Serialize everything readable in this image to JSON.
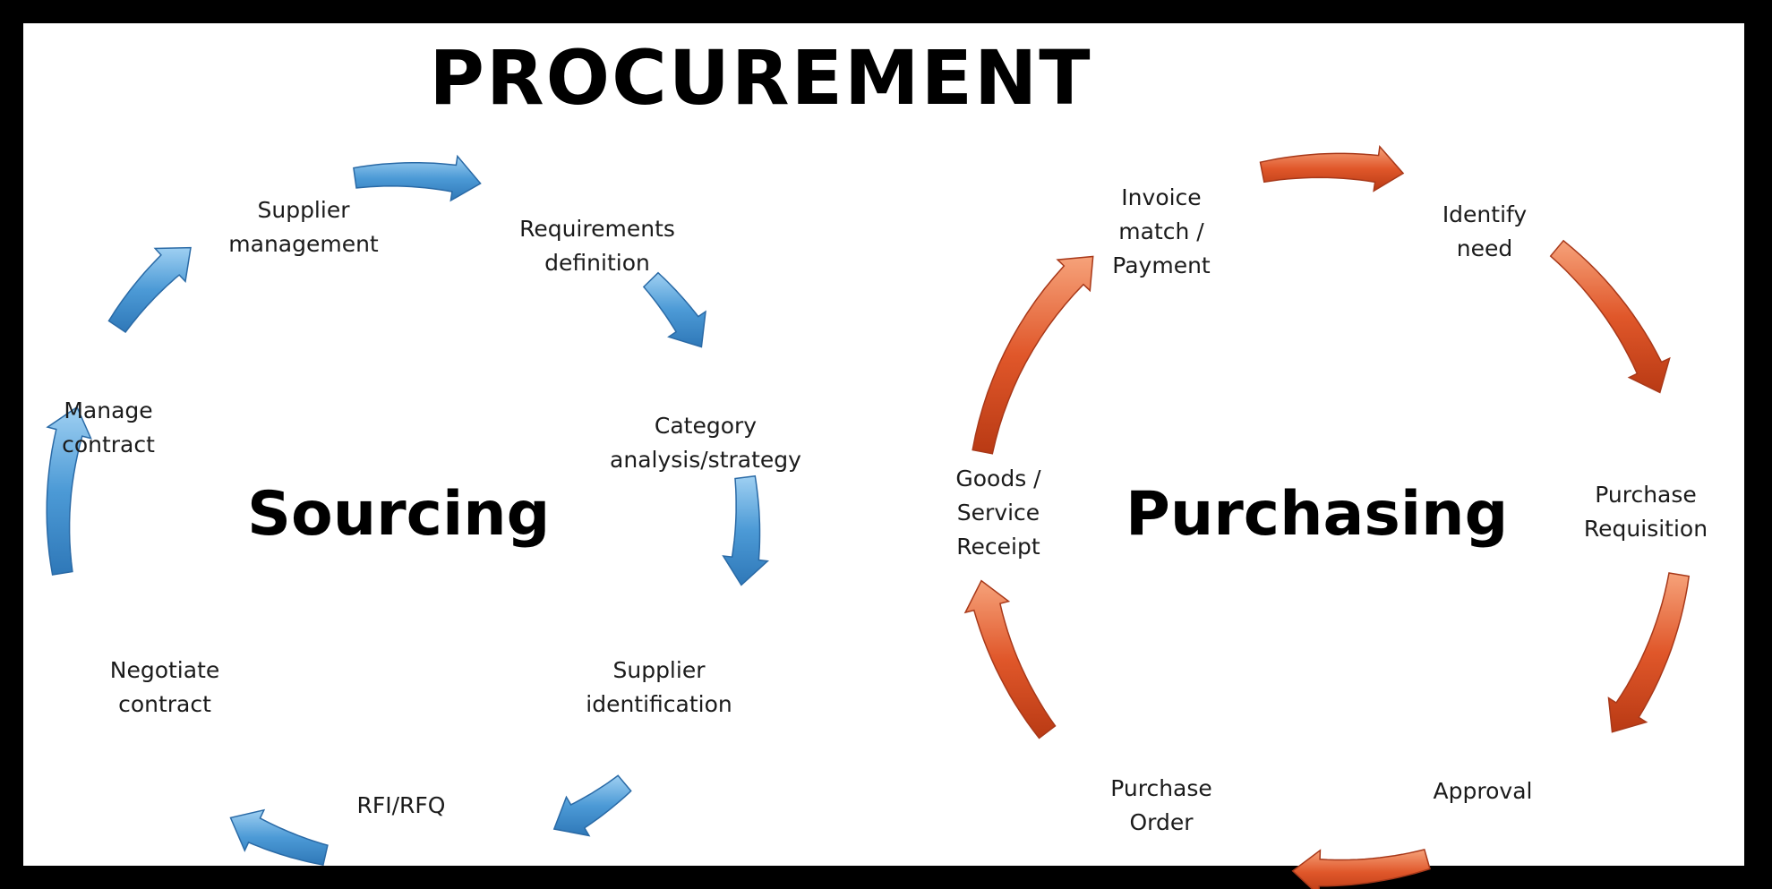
{
  "title": "PROCUREMENT",
  "colors": {
    "sourcing": "#4c9ad6",
    "purchasing": "#e0572a",
    "background": "#ffffff",
    "frame": "#000000"
  },
  "sourcing": {
    "label": "Sourcing",
    "steps": {
      "supplier_management": "Supplier\nmanagement",
      "requirements_definition": "Requirements\ndefinition",
      "category_analysis": "Category\nanalysis/strategy",
      "supplier_identification": "Supplier\nidentification",
      "rfi_rfq": "RFI/RFQ",
      "negotiate_contract": "Negotiate\ncontract",
      "manage_contract": "Manage\ncontract"
    }
  },
  "purchasing": {
    "label": "Purchasing",
    "steps": {
      "invoice_payment": "Invoice\nmatch /\nPayment",
      "identify_need": "Identify\nneed",
      "purchase_requisition": "Purchase\nRequisition",
      "approval": "Approval",
      "purchase_order": "Purchase\nOrder",
      "goods_receipt": "Goods /\nService\nReceipt"
    }
  }
}
